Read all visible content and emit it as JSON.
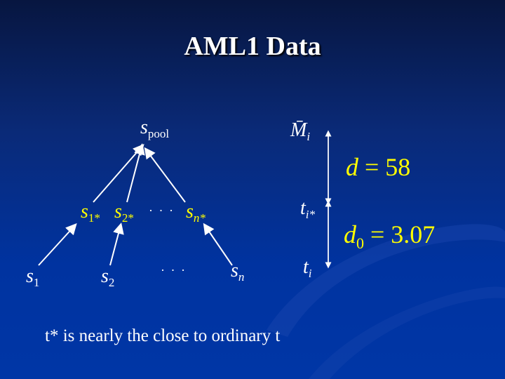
{
  "title": "AML1 Data",
  "tree": {
    "root": {
      "base": "s",
      "sub": "pool"
    },
    "middle": [
      {
        "base": "s",
        "sub": "1*"
      },
      {
        "base": "s",
        "sub": "2*"
      },
      {
        "base": "s",
        "sub": "n*"
      }
    ],
    "bottom": [
      {
        "base": "s",
        "sub": "1"
      },
      {
        "base": "s",
        "sub": "2"
      },
      {
        "base": "s",
        "sub": "n"
      }
    ],
    "ellipsis": "· · ·"
  },
  "scale": {
    "top": {
      "base": "M̄",
      "sub": "i"
    },
    "mid": {
      "base": "t",
      "sub": "i*"
    },
    "bottom": {
      "base": "t",
      "sub": "i"
    },
    "d": {
      "var": "d",
      "eq": "= 58"
    },
    "d0": {
      "var": "d",
      "sub": "0",
      "eq": "= 3.07"
    }
  },
  "note": "t* is nearly the close to ordinary t",
  "colors": {
    "accent": "#ffff00",
    "text": "#ffffff"
  }
}
